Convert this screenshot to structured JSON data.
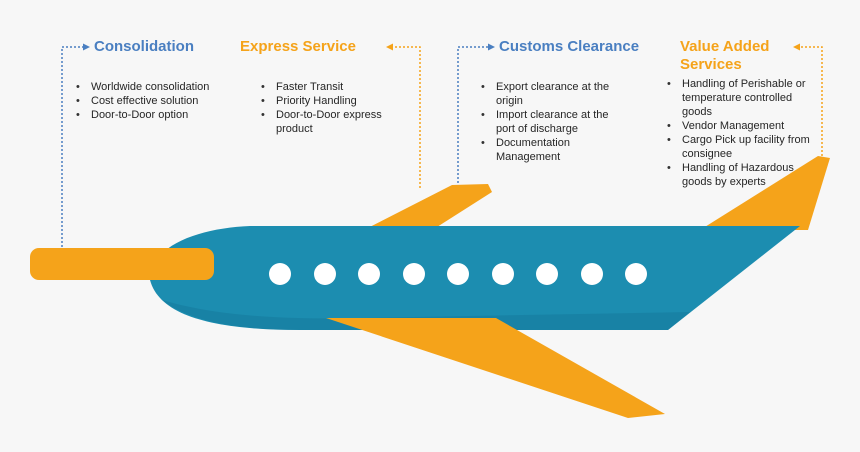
{
  "colors": {
    "blue": "#4a7fc1",
    "orange": "#f5a31a",
    "fuselage": "#1c8db0",
    "fuselage_shade": "#157a9c",
    "connector": "#f5a31a",
    "connector_blue": "#4a7fc1",
    "window": "#ffffff",
    "background": "#f7f7f7"
  },
  "sections": {
    "consolidation": {
      "title": "Consolidation",
      "items": [
        "Worldwide consolidation",
        "Cost effective solution",
        "Door-to-Door option"
      ]
    },
    "express": {
      "title": "Express Service",
      "items": [
        "Faster Transit",
        "Priority Handling",
        "Door-to-Door express product"
      ]
    },
    "customs": {
      "title": "Customs Clearance",
      "items": [
        "Export clearance at the origin",
        "Import clearance at the port of discharge",
        "Documentation Management"
      ]
    },
    "value_added": {
      "title": "Value Added Services",
      "items": [
        "Handling of Perishable or temperature controlled goods",
        "Vendor Management",
        "Cargo Pick up facility from consignee",
        "Handling of Hazardous goods by experts"
      ]
    }
  },
  "airplane": {
    "window_count": 9
  }
}
